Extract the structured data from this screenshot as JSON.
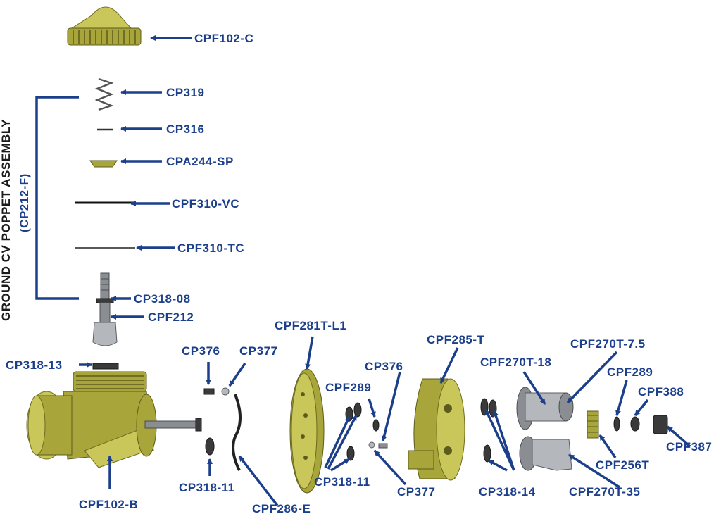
{
  "assembly": {
    "title": "GROUND CV POPPET ASSEMBLY",
    "code": "(CP212-F)"
  },
  "labels": {
    "cpf102c": "CPF102-C",
    "cp319": "CP319",
    "cp316": "CP316",
    "cpa244sp": "CPA244-SP",
    "cpf310vc": "CPF310-VC",
    "cpf310tc": "CPF310-TC",
    "cp31808": "CP318-08",
    "cpf212": "CPF212",
    "cp31813": "CP318-13",
    "cpf102b": "CPF102-B",
    "cp376a": "CP376",
    "cp377a": "CP377",
    "cp31811a": "CP318-11",
    "cpf286e": "CPF286-E",
    "cpf281tl1": "CPF281T-L1",
    "cpf289a": "CPF289",
    "cp376b": "CP376",
    "cp31811b": "CP318-11",
    "cp377b": "CP377",
    "cpf285t": "CPF285-T",
    "cpf270t18": "CPF270T-18",
    "cpf270t75": "CPF270T-7.5",
    "cpf289b": "CPF289",
    "cpf388": "CPF388",
    "cpf387": "CPF387",
    "cpf256t": "CPF256T",
    "cp31814": "CP318-14",
    "cpf270t35": "CPF270T-35"
  },
  "colors": {
    "label_blue": "#1c3f8c",
    "part_olive": "#a8a53a",
    "part_grey": "#8a8e92"
  }
}
